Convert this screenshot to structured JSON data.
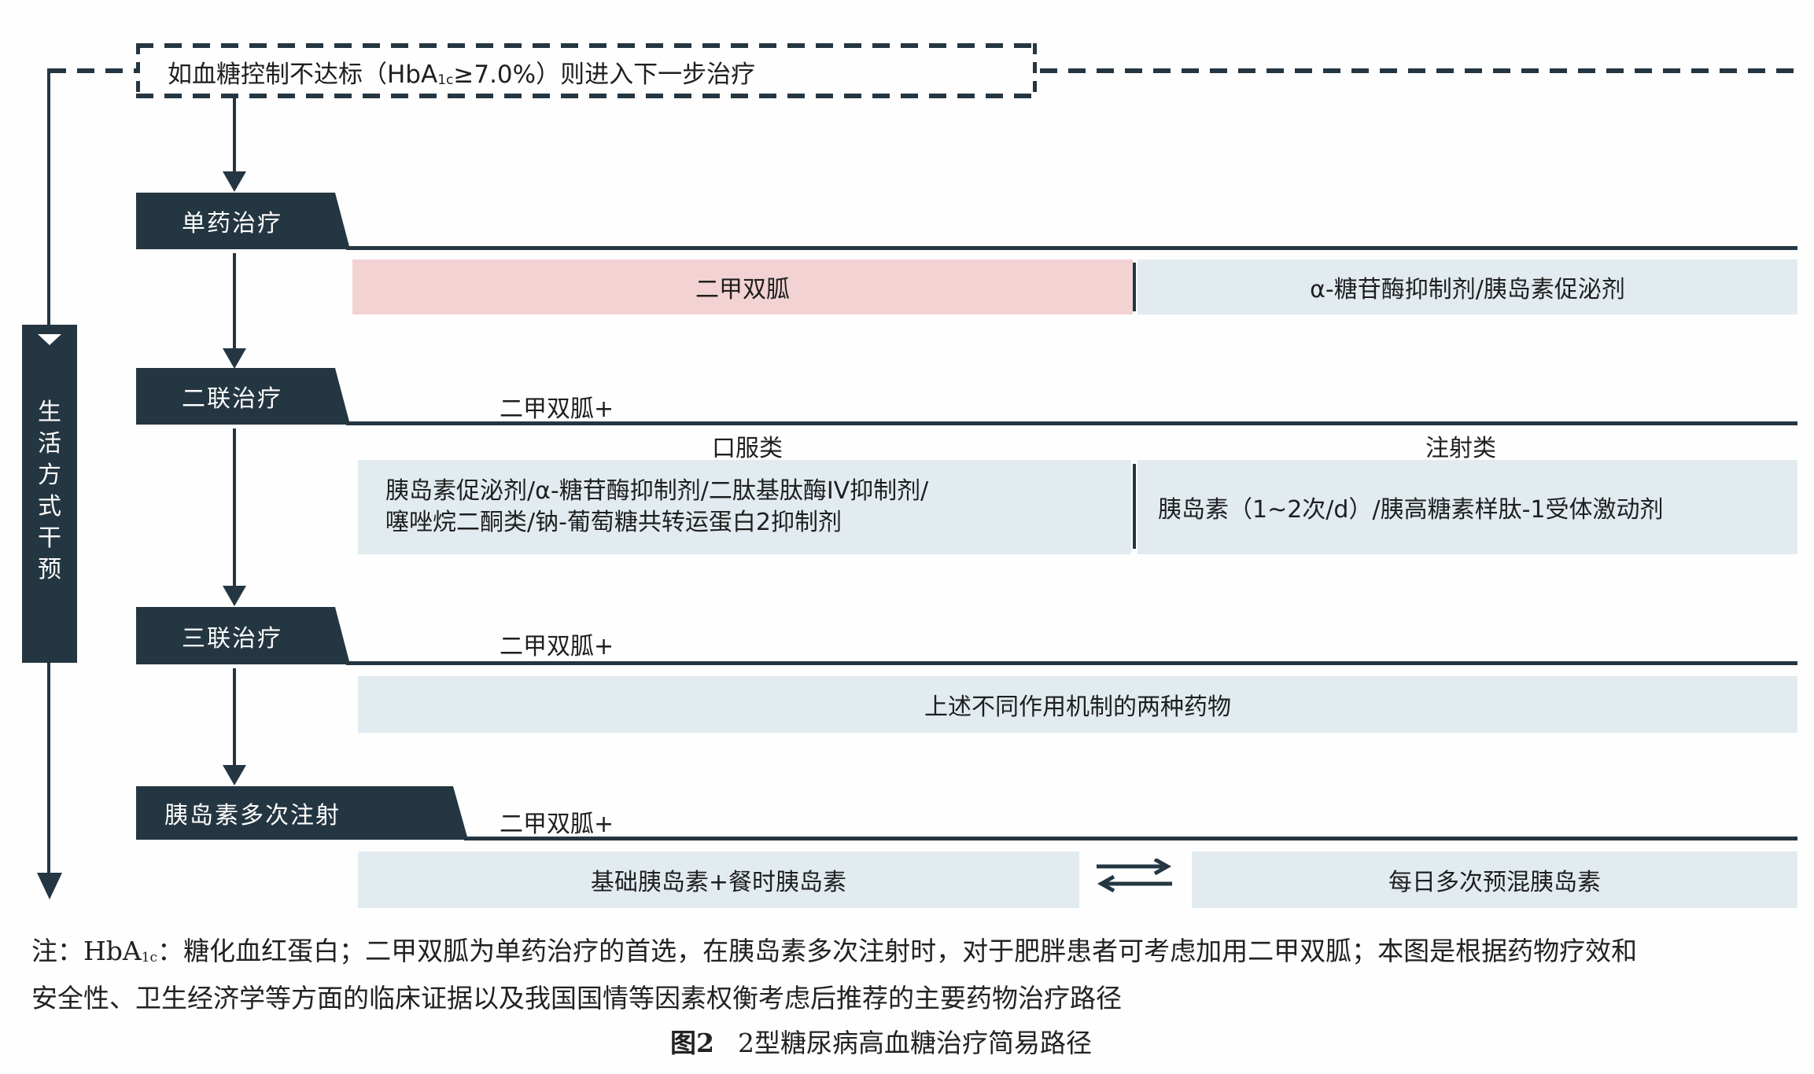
{
  "condition_box": {
    "text_before": "如血糖控制不达标（HbA",
    "subscript": "1c",
    "text_after": "≥7.0%）则进入下一步治疗"
  },
  "lifestyle": {
    "label": [
      "生",
      "活",
      "方",
      "式",
      "干",
      "预"
    ]
  },
  "steps": [
    {
      "label": "单药治疗",
      "options": [
        {
          "text": "二甲双胍",
          "highlight": true
        },
        {
          "text": "α-糖苷酶抑制剂/胰岛素促泌剂",
          "highlight": false
        }
      ]
    },
    {
      "label": "二联治疗",
      "base": "二甲双胍+",
      "oral_header": "口服类",
      "inject_header": "注射类",
      "oral_line1": "胰岛素促泌剂/α-糖苷酶抑制剂/二肽基肽酶IV抑制剂/",
      "oral_line2": "噻唑烷二酮类/钠-葡萄糖共转运蛋白2抑制剂",
      "inject_text": "胰岛素（1~2次/d）/胰高糖素样肽-1受体激动剂"
    },
    {
      "label": "三联治疗",
      "base": "二甲双胍+",
      "option": "上述不同作用机制的两种药物"
    },
    {
      "label": "胰岛素多次注射",
      "base": "二甲双胍+",
      "option_left": "基础胰岛素+餐时胰岛素",
      "option_right": "每日多次预混胰岛素",
      "swap_icon": "bidirectional-arrows"
    }
  ],
  "footnote": {
    "line1_prefix": "注：HbA",
    "line1_sub": "1c",
    "line1_rest": "：糖化血红蛋白；二甲双胍为单药治疗的首选，在胰岛素多次注射时，对于肥胖患者可考虑加用二甲双胍；本图是根据药物疗效和",
    "line2": "安全性、卫生经济学等方面的临床证据以及我国国情等因素权衡考虑后推荐的主要药物治疗路径"
  },
  "caption": {
    "figure_no": "图2",
    "title": "2型糖尿病高血糖治疗简易路径"
  },
  "colors": {
    "dark": "#243641",
    "pink": "#f2d2d3",
    "blue": "#e2ebf0"
  }
}
